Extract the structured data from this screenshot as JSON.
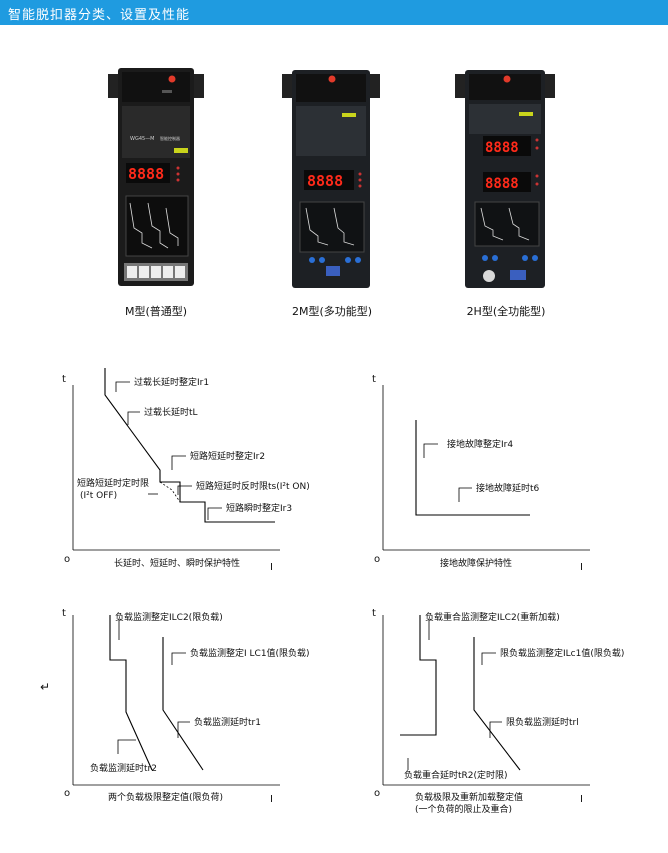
{
  "header": {
    "title": "智能脱扣器分类、设置及性能"
  },
  "devices": [
    {
      "caption": "M型(普通型)",
      "model_label": "WG45—M",
      "brand_label": "智能控制器",
      "display": "8888"
    },
    {
      "caption": "2M型(多功能型)",
      "display": "8888"
    },
    {
      "caption": "2H型(全功能型)",
      "display_top": "8888",
      "display_bottom": "8888"
    }
  ],
  "diagram1": {
    "t": "t",
    "o": "o",
    "i": "I",
    "ir1": "过载长延时整定Ir1",
    "tl": "过载长延时tL",
    "ir2": "短路短延时整定Ir2",
    "ts_fixed_1": "短路短延时定时限",
    "ts_fixed_2": "(I²t OFF)",
    "ts_inverse": "短路短延时反时限ts(I²t ON)",
    "ir3": "短路瞬时整定Ir3",
    "caption": "长延时、短延时、瞬时保护特性"
  },
  "diagram2": {
    "t": "t",
    "o": "o",
    "i": "I",
    "ir4": "接地故障整定Ir4",
    "t6": "接地故障延时t6",
    "caption": "接地故障保护特性"
  },
  "diagram3": {
    "t": "t",
    "o": "o",
    "i": "I",
    "ilc2": "负载监测整定ILC2(限负载)",
    "ilc1": "负载监测整定I LC1值(限负载)",
    "tr1": "负载监测延时tr1",
    "tr2": "负载监测延时tr2",
    "caption": "两个负载极限整定值(限负荷)"
  },
  "diagram4": {
    "t": "t",
    "o": "o",
    "i": "I",
    "ilc2": "负载重合监测整定ILC2(重新加载)",
    "ilc1": "限负载监测整定ILc1值(限负载)",
    "trl": "限负载监测延时trl",
    "tr2": "负载重合延时tR2(定时限)",
    "caption_1": "负载极限及重新加载整定值",
    "caption_2": "(一个负荷的限止及重合)"
  }
}
